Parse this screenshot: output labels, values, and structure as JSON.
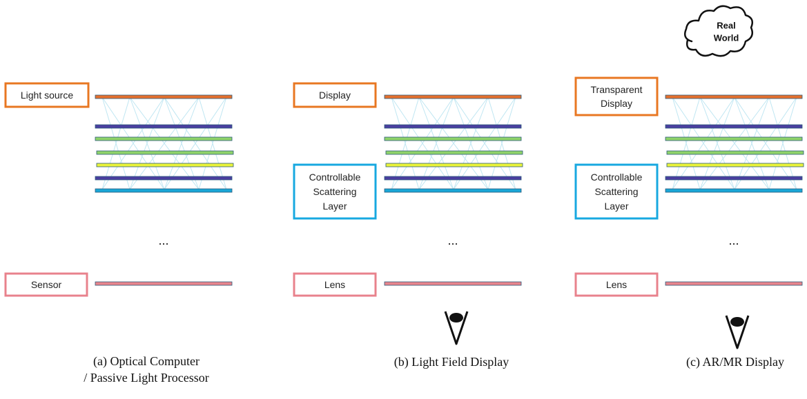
{
  "colors": {
    "orange": "#e87722",
    "cyan": "#17a8e0",
    "pink": "#e8828c",
    "layer_orange": "#e4702e",
    "layer_indigo": "#4a3fa0",
    "layer_green": "#8fd36a",
    "layer_yellow": "#eaf43a",
    "layer_blue": "#1aa6d6",
    "layer_pink": "#e8848c",
    "ray": "#bfe6f2"
  },
  "panels": [
    {
      "top_label": [
        "Light source"
      ],
      "middle_label": [],
      "bottom_label": "Sensor",
      "ellipsis": "...",
      "caption": [
        "(a) Optical Computer",
        "/ Passive Light Processor"
      ],
      "has_eye": false,
      "has_cloud": false
    },
    {
      "top_label": [
        "Display"
      ],
      "middle_label": [
        "Controllable",
        "Scattering",
        "Layer"
      ],
      "bottom_label": "Lens",
      "ellipsis": "...",
      "caption": [
        "(b) Light  Field Display"
      ],
      "has_eye": true,
      "has_cloud": false
    },
    {
      "top_label": [
        "Transparent",
        "Display"
      ],
      "middle_label": [
        "Controllable",
        "Scattering",
        "Layer"
      ],
      "bottom_label": "Lens",
      "ellipsis": "...",
      "caption": [
        "(c) AR/MR Display"
      ],
      "has_eye": true,
      "has_cloud": true,
      "cloud_label": [
        "Real",
        "World"
      ]
    }
  ]
}
